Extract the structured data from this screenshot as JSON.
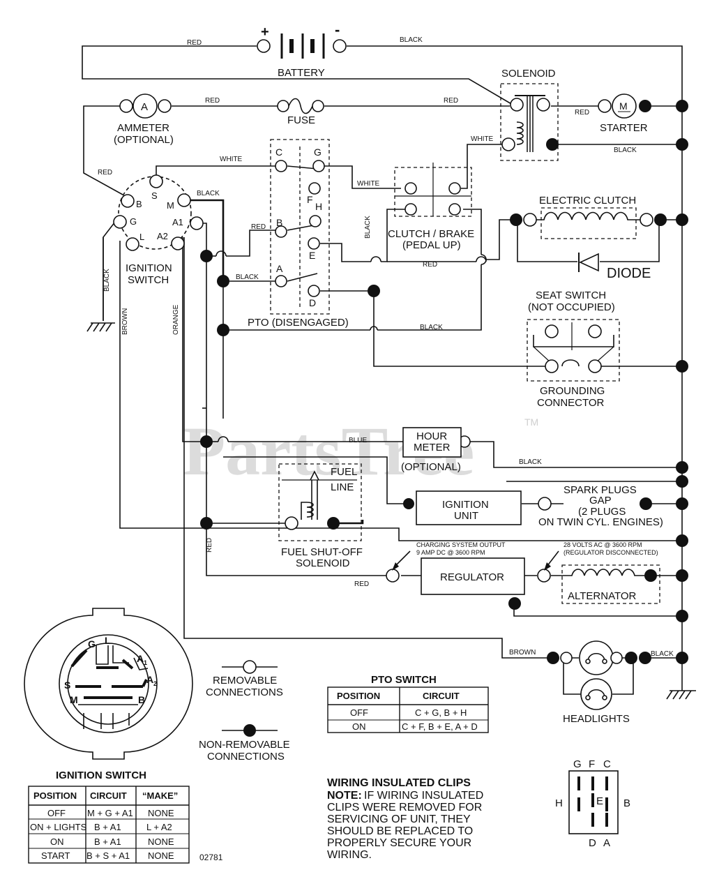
{
  "watermark": "PartsTree",
  "trademark": "TM",
  "drawing_number": "02781",
  "components": {
    "battery": "BATTERY",
    "battery_plus": "+",
    "battery_minus": "-",
    "solenoid": "SOLENOID",
    "ammeter_symbol": "A",
    "ammeter_line1": "AMMETER",
    "ammeter_line2": "(OPTIONAL)",
    "fuse": "FUSE",
    "starter_symbol": "M",
    "starter": "STARTER",
    "ignition_switch_line1": "IGNITION",
    "ignition_switch_line2": "SWITCH",
    "pto": "PTO (DISENGAGED)",
    "clutch_brake_line1": "CLUTCH / BRAKE",
    "clutch_brake_line2": "(PEDAL UP)",
    "electric_clutch": "ELECTRIC CLUTCH",
    "diode": "DIODE",
    "seat_switch_line1": "SEAT SWITCH",
    "seat_switch_line2": "(NOT OCCUPIED)",
    "grounding_line1": "GROUNDING",
    "grounding_line2": "CONNECTOR",
    "hour_meter_line1": "HOUR",
    "hour_meter_line2": "METER",
    "hour_meter_optional": "(OPTIONAL)",
    "fuel_line_1": "FUEL",
    "fuel_line_2": "LINE",
    "fuel_solenoid_line1": "FUEL SHUT-OFF",
    "fuel_solenoid_line2": "SOLENOID",
    "ignition_unit_line1": "IGNITION",
    "ignition_unit_line2": "UNIT",
    "spark_line1": "SPARK PLUGS",
    "spark_line2": "GAP",
    "spark_line3": "(2 PLUGS",
    "spark_line4": "ON TWIN CYL. ENGINES)",
    "charging_line1": "CHARGING SYSTEM OUTPUT",
    "charging_line2": "9 AMP DC @ 3600 RPM",
    "regulator": "REGULATOR",
    "ac_line1": "28 VOLTS AC @ 3600 RPM",
    "ac_line2": "(REGULATOR DISCONNECTED)",
    "alternator": "ALTERNATOR",
    "headlights": "HEADLIGHTS"
  },
  "terminals": {
    "ign_b": "B",
    "ign_s": "S",
    "ign_m": "M",
    "ign_g": "G",
    "ign_l": "L",
    "ign_a1": "A1",
    "ign_a2": "A2",
    "pto_c": "C",
    "pto_g": "G",
    "pto_f": "F",
    "pto_h": "H",
    "pto_b": "B",
    "pto_e": "E",
    "pto_a": "A",
    "pto_d": "D"
  },
  "wire_colors": {
    "red": "RED",
    "black": "BLACK",
    "white": "WHITE",
    "brown": "BROWN",
    "orange": "ORANGE",
    "blue": "BLUE"
  },
  "legend": {
    "removable_line1": "REMOVABLE",
    "removable_line2": "CONNECTIONS",
    "nonremovable_line1": "NON-REMOVABLE",
    "nonremovable_line2": "CONNECTIONS"
  },
  "ignition_switch_face": {
    "g": "G",
    "l": "L",
    "a1": "A",
    "a1_sub": "1",
    "s": "S",
    "a2": "A",
    "a2_sub": "2",
    "m": "M",
    "b": "B"
  },
  "ignition_table": {
    "title": "IGNITION SWITCH",
    "headers": [
      "POSITION",
      "CIRCUIT",
      "“MAKE”"
    ],
    "rows": [
      [
        "OFF",
        "M + G + A1",
        "NONE"
      ],
      [
        "ON + LIGHTS",
        "B + A1",
        "L + A2"
      ],
      [
        "ON",
        "B + A1",
        "NONE"
      ],
      [
        "START",
        "B + S + A1",
        "NONE"
      ]
    ]
  },
  "pto_table": {
    "title": "PTO SWITCH",
    "headers": [
      "POSITION",
      "CIRCUIT"
    ],
    "rows": [
      [
        "OFF",
        "C + G, B + H"
      ],
      [
        "ON",
        "C + F, B + E, A + D"
      ]
    ]
  },
  "note": {
    "title": "WIRING INSULATED CLIPS",
    "label": "NOTE:",
    "lines": [
      "IF WIRING INSULATED",
      "CLIPS WERE REMOVED FOR",
      "SERVICING OF UNIT, THEY",
      "SHOULD BE REPLACED TO",
      "PROPERLY SECURE YOUR",
      "WIRING."
    ]
  },
  "pto_connector": {
    "top": [
      "G",
      "F",
      "C"
    ],
    "left": "H",
    "right": "B",
    "center": "E",
    "bottom": [
      "D",
      "A"
    ]
  }
}
